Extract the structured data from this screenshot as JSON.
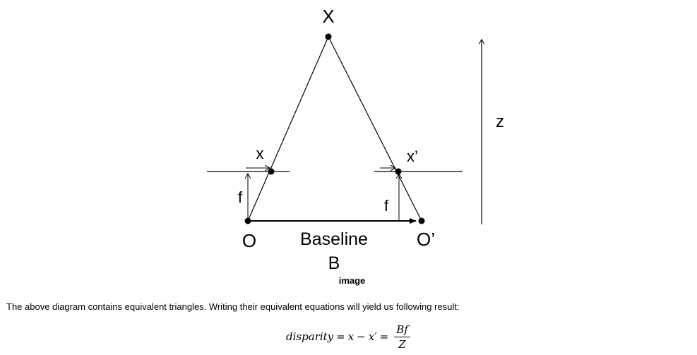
{
  "diagram": {
    "labels": {
      "point_top": "X",
      "left_image_point": "x",
      "right_image_point": "x’",
      "left_focal": "f",
      "right_focal": "f",
      "left_camera": "O",
      "right_camera": "O’",
      "baseline_line1": "Baseline",
      "baseline_line2": "B",
      "depth_axis": "z"
    }
  },
  "caption": "image",
  "paragraph": "The above diagram contains equivalent triangles. Writing their equivalent equations will yield us following result:",
  "formula": {
    "lhs": "disparity",
    "equals1": "=",
    "x": "x",
    "minus": "−",
    "x_prime": "x′",
    "equals2": "=",
    "numerator": "Bf",
    "denominator": "Z"
  }
}
